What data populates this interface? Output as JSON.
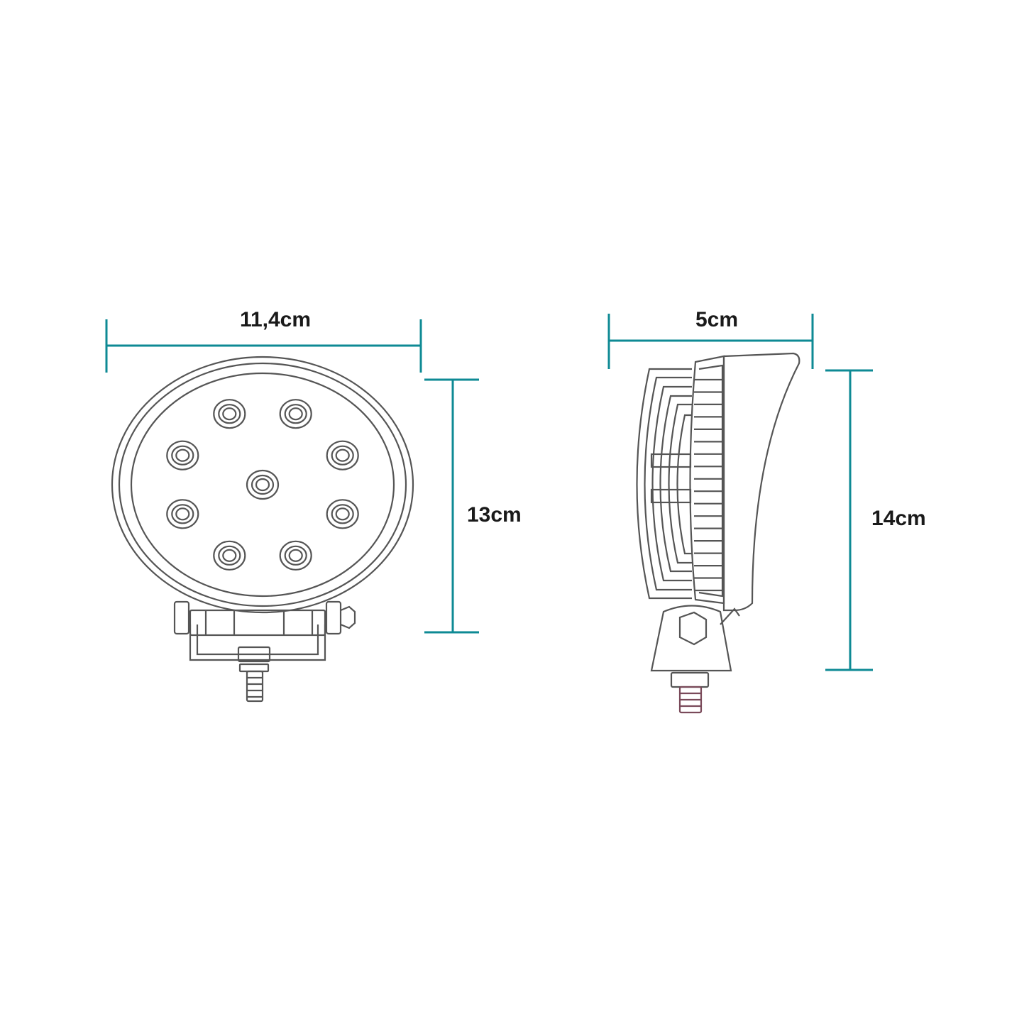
{
  "dimensions": {
    "front_width": "11,4cm",
    "front_height": "13cm",
    "side_depth": "5cm",
    "side_height": "14cm"
  },
  "colors": {
    "line": "#555555",
    "dimension": "#0e8a94",
    "background": "#ffffff"
  },
  "front_view": {
    "led_count": 9
  },
  "side_view": {
    "fin_count": 18
  }
}
